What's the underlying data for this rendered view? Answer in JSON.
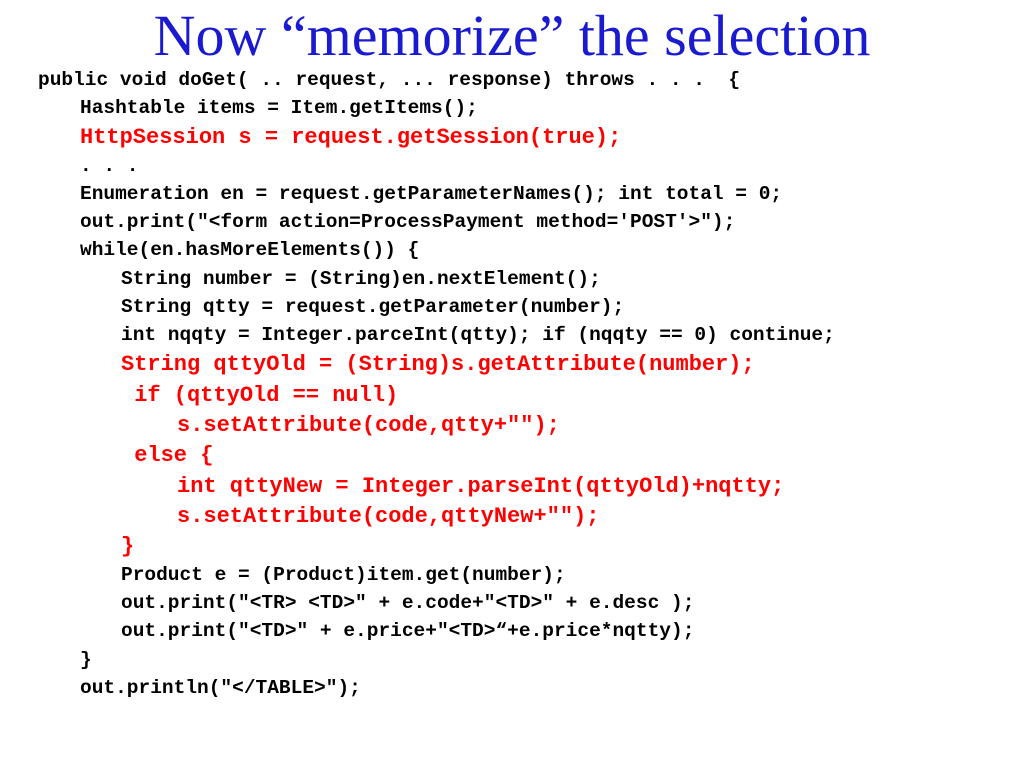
{
  "title": "Now “memorize” the selection",
  "colors": {
    "title": "#1a1ad0",
    "code": "#000000",
    "highlight": "#ff0000"
  },
  "code_lines": [
    {
      "text": "public void doGet( .. request, ... response) throws . . .  {",
      "indent": 0,
      "highlight": false
    },
    {
      "text": "Hashtable items = Item.getItems();",
      "indent": 1,
      "highlight": false
    },
    {
      "text": "HttpSession s = request.getSession(true);",
      "indent": 1,
      "highlight": true
    },
    {
      "text": ". . .",
      "indent": 1,
      "highlight": false
    },
    {
      "text": "Enumeration en = request.getParameterNames(); int total = 0;",
      "indent": 1,
      "highlight": false
    },
    {
      "text": "out.print(\"<form action=ProcessPayment method='POST'>\");",
      "indent": 1,
      "highlight": false
    },
    {
      "text": "while(en.hasMoreElements()) {",
      "indent": 1,
      "highlight": false
    },
    {
      "text": "String number = (String)en.nextElement();",
      "indent": 2,
      "highlight": false
    },
    {
      "text": "String qtty = request.getParameter(number);",
      "indent": 2,
      "highlight": false
    },
    {
      "text": "int nqqty = Integer.parceInt(qtty); if (nqqty == 0) continue;",
      "indent": 2,
      "highlight": false
    },
    {
      "text": "String qttyOld = (String)s.getAttribute(number);",
      "indent": 2,
      "highlight": true
    },
    {
      "text": " if (qttyOld == null)",
      "indent": 2,
      "highlight": true
    },
    {
      "text": "s.setAttribute(code,qtty+\"\");",
      "indent": 3,
      "highlight": true
    },
    {
      "text": " else {",
      "indent": 2,
      "highlight": true
    },
    {
      "text": "int qttyNew = Integer.parseInt(qttyOld)+nqtty;",
      "indent": 3,
      "highlight": true
    },
    {
      "text": "s.setAttribute(code,qttyNew+\"\");",
      "indent": 3,
      "highlight": true
    },
    {
      "text": "}",
      "indent": 2,
      "highlight": true
    },
    {
      "text": "Product e = (Product)item.get(number);",
      "indent": 2,
      "highlight": false
    },
    {
      "text": "out.print(\"<TR> <TD>\" + e.code+\"<TD>\" + e.desc );",
      "indent": 2,
      "highlight": false
    },
    {
      "text": "out.print(\"<TD>\" + e.price+\"<TD>“+e.price*nqtty);",
      "indent": 2,
      "highlight": false
    },
    {
      "text": "}",
      "indent": 1,
      "highlight": false
    },
    {
      "text": "out.println(\"</TABLE>\");",
      "indent": 1,
      "highlight": false
    }
  ]
}
